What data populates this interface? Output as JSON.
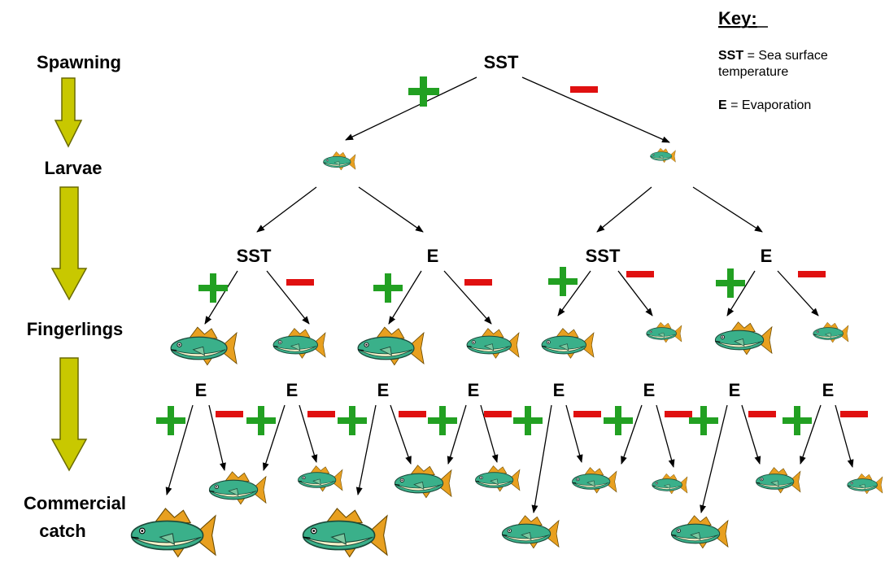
{
  "stages": [
    "Spawning",
    "Larvae",
    "Fingerlings",
    "Commercial",
    "catch"
  ],
  "key": {
    "title": "Key:",
    "sst_abbr": "SST",
    "sst_def_line1": " = Sea surface",
    "sst_def_line2": "temperature",
    "e_abbr": "E",
    "e_def": " = Evaporation"
  },
  "nodes": {
    "root": "SST",
    "level2": [
      "SST",
      "E",
      "SST",
      "E"
    ],
    "level3": [
      "E",
      "E",
      "E",
      "E",
      "E",
      "E",
      "E",
      "E"
    ]
  },
  "signs": {
    "positive": "+",
    "negative": "−"
  },
  "colors": {
    "positive": "#22a022",
    "negative": "#e01010",
    "stage_arrow": "#c8c800",
    "fish_body": "#3ab08a",
    "fish_belly": "#f6f0c8",
    "fish_fin": "#e8a020"
  }
}
